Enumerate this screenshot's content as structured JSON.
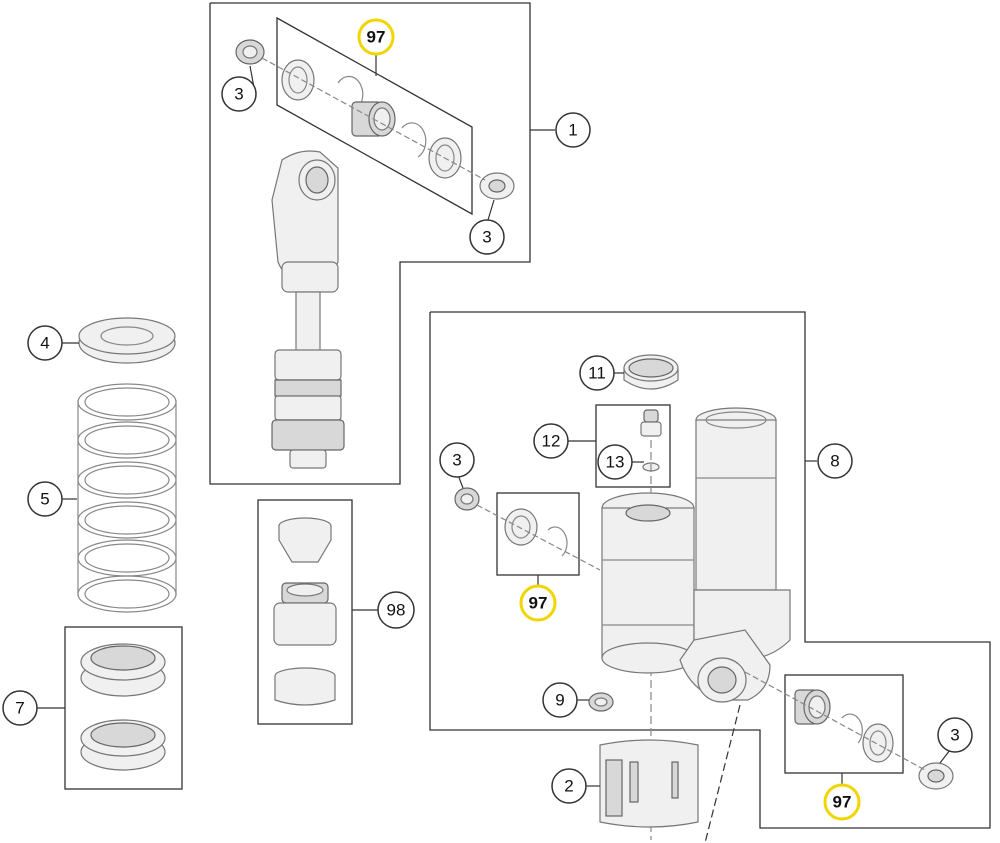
{
  "diagram": {
    "colors": {
      "frame": "#333333",
      "part_fill": "#f0f0f0",
      "part_stroke": "#777777",
      "highlight": "#f2d500"
    },
    "callouts": {
      "c1": "1",
      "c2": "2",
      "c3": "3",
      "c4": "4",
      "c5": "5",
      "c7": "7",
      "c8": "8",
      "c9": "9",
      "c11": "11",
      "c12": "12",
      "c13": "13",
      "c97": "97",
      "c98": "98"
    },
    "highlighted_callout": "97"
  }
}
